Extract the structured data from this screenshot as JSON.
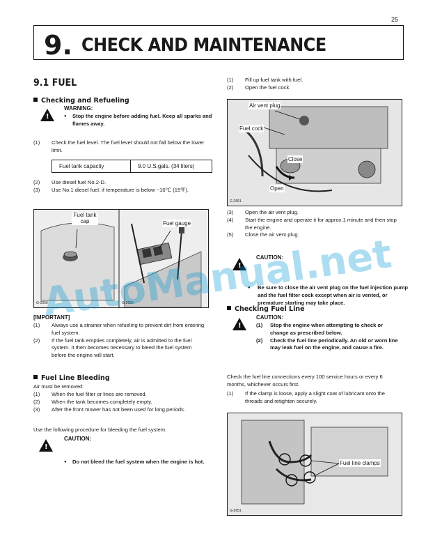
{
  "page_number": "25",
  "chapter": {
    "number": "9.",
    "title": "CHECK AND MAINTENANCE"
  },
  "section": {
    "title": "9.1 FUEL"
  },
  "checking_refueling": {
    "heading": "Checking and Refueling",
    "warning_label": "WARNING:",
    "warning_text": "Stop the engine before adding fuel. Keep all sparks and flames away.",
    "steps": [
      {
        "n": "(1)",
        "text": "Check the fuel level. The fuel level should not fall below the lower limit."
      },
      {
        "n": "(2)",
        "text": "Use diesel fuel No.2-D."
      },
      {
        "n": "(3)",
        "text": "Use No.1 diesel fuel, if temperature is below −10℃ (15℉)."
      }
    ],
    "spec": {
      "label": "Fuel tank capacity",
      "value": "9.0 U.S.gals. (34 liters)"
    }
  },
  "figure1": {
    "callout_tank_cap": "Fuel tank cap",
    "callout_gauge": "Fuel gauge",
    "code_a": "G-2650",
    "code_b": "G-2650"
  },
  "important": {
    "label": "IMPORTANT",
    "items": [
      {
        "n": "(1)",
        "text": "Always use a strainer when refueling to prevent dirt from entering fuel system."
      },
      {
        "n": "(2)",
        "text": "If the fuel tank empties completely, air is admitted to the fuel system. It then becomes necessary to bleed the fuel system before the engine will start."
      }
    ]
  },
  "bleeding": {
    "heading": "Fuel Line Bleeding",
    "intro": "Air must be removed:",
    "items": [
      {
        "n": "(1)",
        "text": "When the fuel filter or lines are removed."
      },
      {
        "n": "(2)",
        "text": "When the tank becomes completely empty."
      },
      {
        "n": "(3)",
        "text": "After the front mower has not been used for long periods."
      }
    ],
    "procedure": "Use the following procedure for bleeding the fuel system:",
    "caution_label": "CAUTION:",
    "caution_text": "Do not bleed the fuel system when the engine is hot."
  },
  "right_steps_top": [
    {
      "n": "(1)",
      "text": "Fill up fuel tank with fuel."
    },
    {
      "n": "(2)",
      "text": "Open the fuel cock."
    }
  ],
  "figure2": {
    "air_vent_plug": "Air vent plug",
    "fuel_cock": "Fuel cock",
    "close": "Close",
    "open": "Open",
    "code": "G-2651"
  },
  "right_steps_mid": [
    {
      "n": "(3)",
      "text": "Open the air vent plug."
    },
    {
      "n": "(4)",
      "text": "Start the engine and operate it for approx.1 minute and then stop the engine."
    },
    {
      "n": "(5)",
      "text": "Close the air vent plug."
    }
  ],
  "caution2": {
    "label": "CAUTION:",
    "text": "Be sure to close the air vent plug on the fuel injection pump and the fuel filter cock except when air is vented, or premature starting may take place."
  },
  "fuel_line": {
    "heading": "Checking Fuel Line",
    "caution_label": "CAUTION:",
    "items": [
      {
        "n": "(1)",
        "text": "Stop the engine when attempting to check or change as prescribed below."
      },
      {
        "n": "(2)",
        "text": "Check the fuel line periodically. An old or worn line may leak fuel on the engine, and cause a fire."
      }
    ],
    "body": "Check the fuel line connections every 100 service hours or every 6 months, whichever occurs first.",
    "step1": {
      "n": "(1)",
      "text": "If the clamp is loose, apply a slight coat of lubricant onto the threads and retighten securely."
    }
  },
  "figure3": {
    "callout": "Fuel line clamps",
    "code": "G-2651"
  },
  "watermark": "AutoManual.net"
}
